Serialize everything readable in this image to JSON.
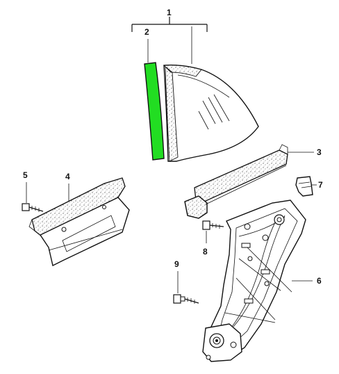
{
  "colors": {
    "highlight": "#22dd22",
    "line": "#111111",
    "background": "#ffffff"
  },
  "callouts": {
    "c1": "1",
    "c2": "2",
    "c3": "3",
    "c4": "4",
    "c5": "5",
    "c6": "6",
    "c7": "7",
    "c8": "8",
    "c9": "9"
  }
}
